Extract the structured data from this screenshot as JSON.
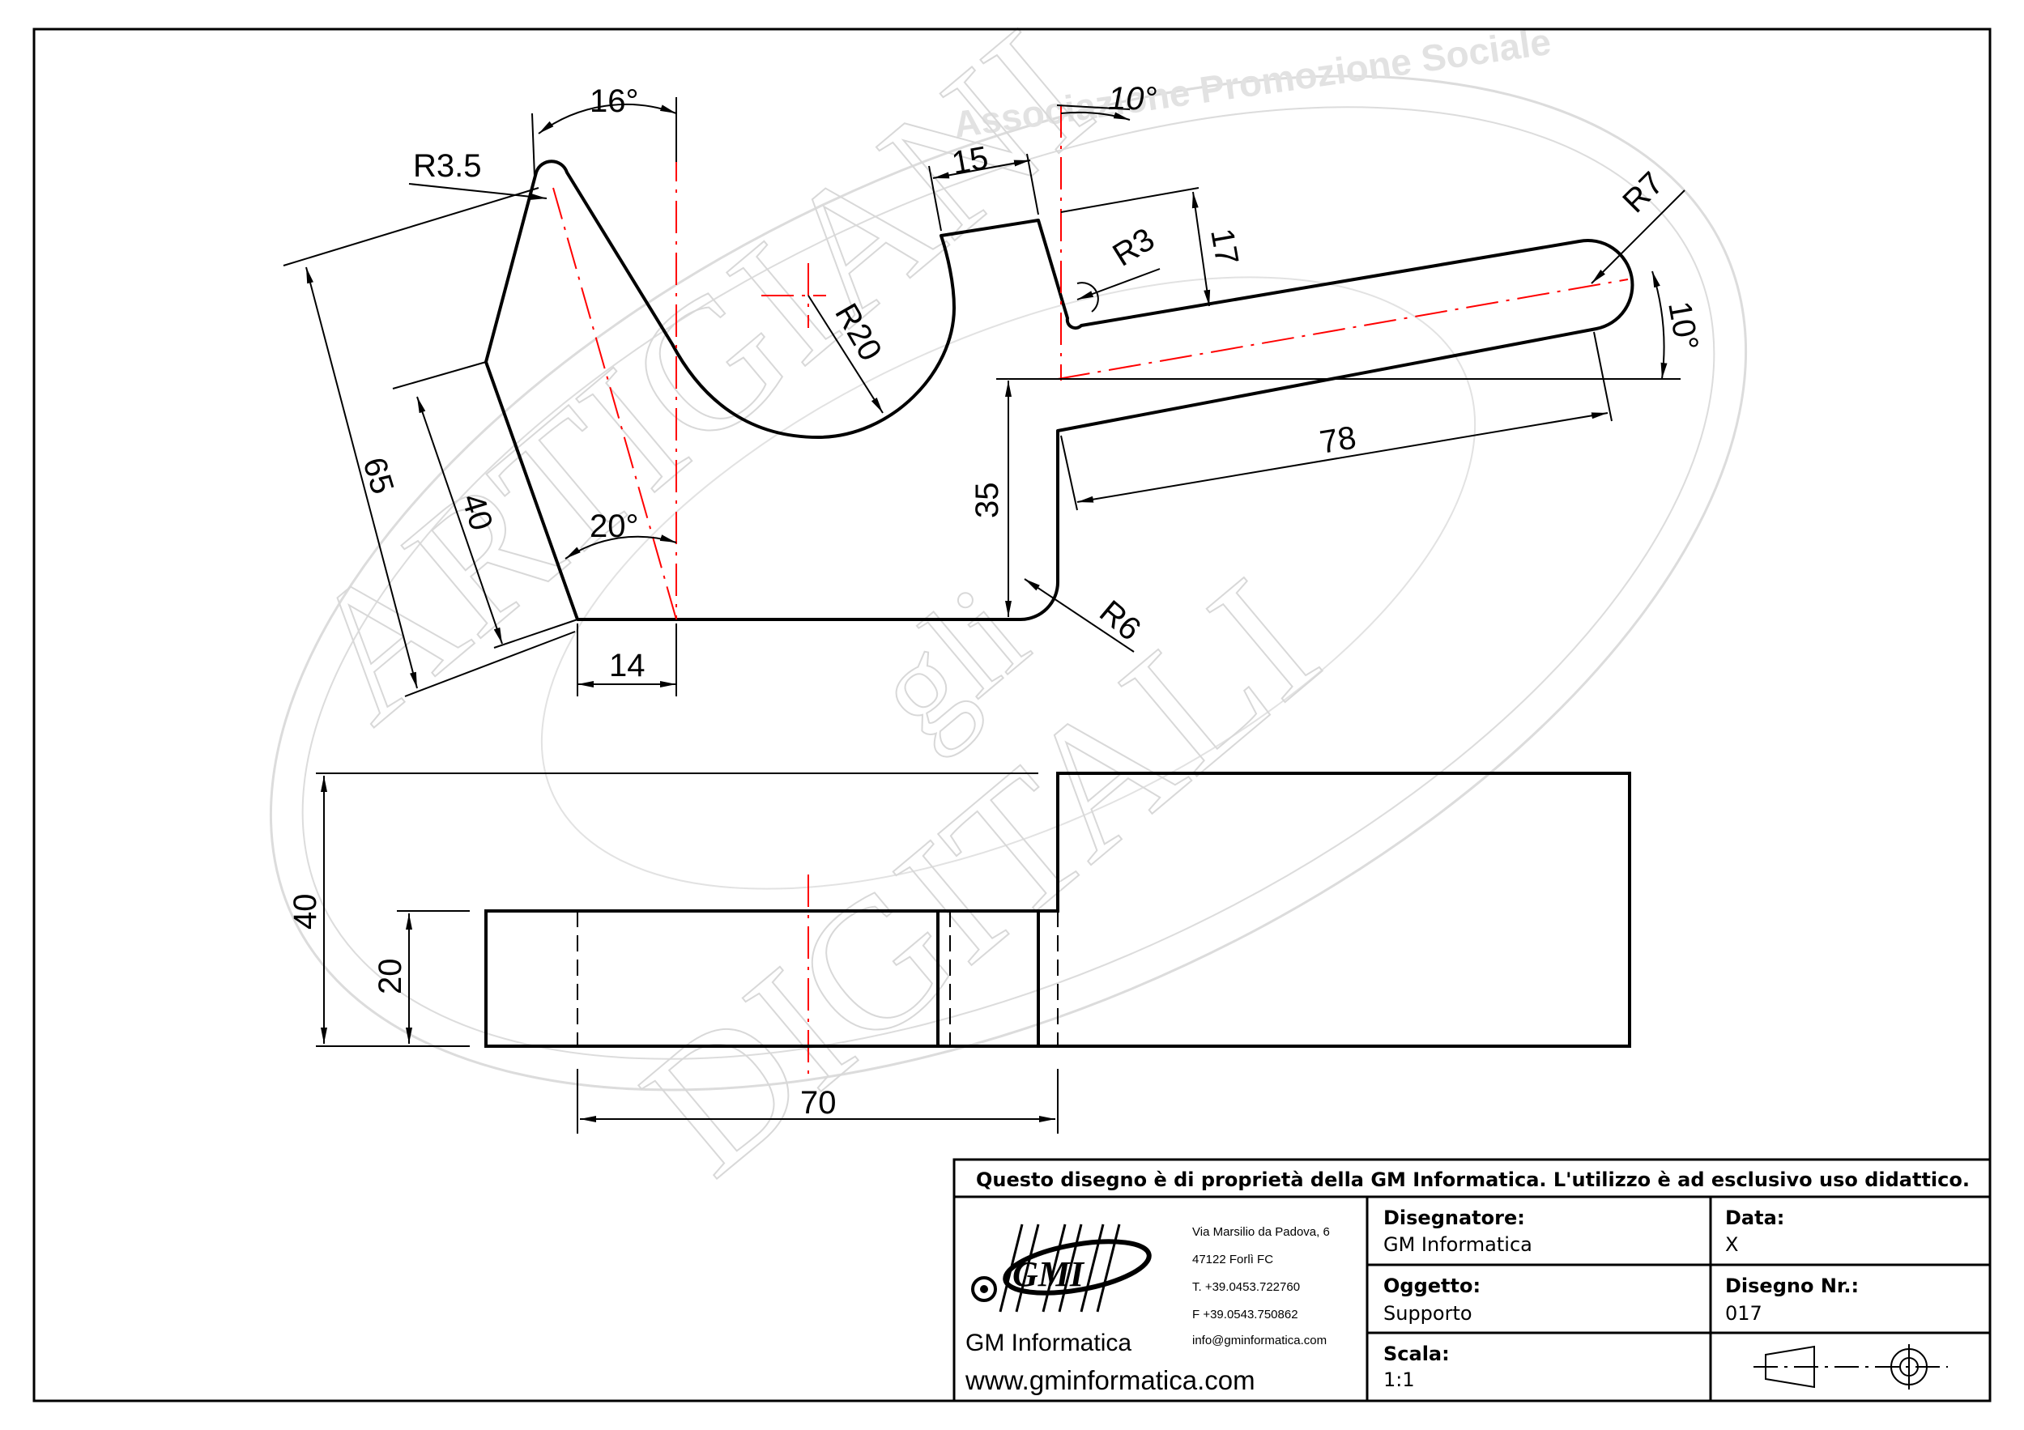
{
  "watermark": {
    "top_text": "Associazione Promozione Sociale",
    "arc_upper": "ARTIGIANI",
    "arc_lower": "DIGITALI",
    "center": "gli"
  },
  "drawing": {
    "part_view": {
      "angle_top_left": "16°",
      "radius_tip": "R3.5",
      "dim_65": "65",
      "dim_40_slant": "40",
      "angle_bottom_left": "20°",
      "dim_14": "14",
      "radius_slot": "R20",
      "dim_15": "15",
      "angle_top_right": "10°",
      "radius_r3": "R3",
      "dim_17": "17",
      "radius_r7": "R7",
      "angle_arm": "10°",
      "dim_35": "35",
      "dim_78": "78",
      "radius_r6": "R6"
    },
    "front_view": {
      "dim_40": "40",
      "dim_20": "20",
      "dim_70": "70"
    }
  },
  "title_block": {
    "notice": "Questo disegno è di proprietà della GM Informatica. L'utilizzo è ad esclusivo uso didattico.",
    "logo_text": "GMI",
    "company": "GM Informatica",
    "website": "www.gminformatica.com",
    "address": [
      "Via Marsilio da Padova, 6",
      "47122  Forlì  FC",
      "T. +39.0453.722760",
      "F +39.0543.750862",
      "info@gminformatica.com"
    ],
    "designer_label": "Disegnatore:",
    "designer_value": "GM  Informatica",
    "date_label": "Data:",
    "date_value": "X",
    "object_label": "Oggetto:",
    "object_value": "Supporto",
    "drawing_no_label": "Disegno  Nr.:",
    "drawing_no_value": "017",
    "scale_label": "Scala:",
    "scale_value": "1:1"
  },
  "colors": {
    "line": "#000000",
    "center_line": "#ff0000",
    "watermark": "#d8d8d8"
  }
}
